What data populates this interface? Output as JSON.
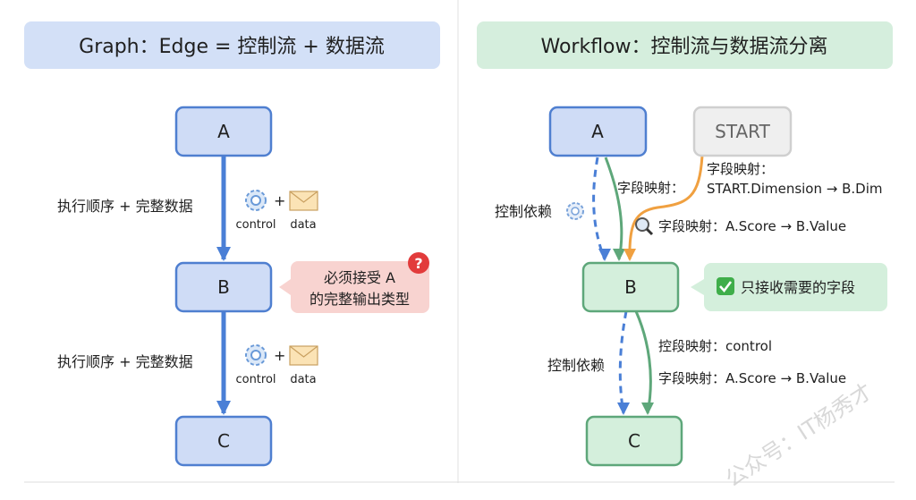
{
  "left": {
    "title": "Graph：Edge = 控制流 + 数据流",
    "nodes": {
      "a": "A",
      "b": "B",
      "c": "C"
    },
    "edge_label_1": "执行顺序 + 完整数据",
    "edge_label_2": "执行顺序 + 完整数据",
    "plus": "+",
    "control_label": "control",
    "data_label": "data",
    "callout_line1": "必须接受 A",
    "callout_line2": "的完整输出类型",
    "callout_icon": "question-mark-icon",
    "icons": [
      "gear-icon",
      "envelope-icon"
    ]
  },
  "right": {
    "title": "Workflow：控制流与数据流分离",
    "nodes": {
      "a": "A",
      "start": "START",
      "b": "B",
      "c": "C"
    },
    "ctrl_dep_1": "控制依赖",
    "ctrl_dep_2": "控制依赖",
    "map_a_b": "字段映射：",
    "map_start_title": "字段映射：",
    "map_start_value": "START.Dimension → B.Dim",
    "map_score": "字段映射：A.Score → B.Value",
    "callout": "只接收需要的字段",
    "map_control": "控段映射：control",
    "map_score_2": "字段映射：A.Score → B.Value",
    "icons": [
      "gear-icon",
      "magnifier-icon",
      "check-icon"
    ]
  },
  "watermark": "公众号：IT杨秀才",
  "colors": {
    "blue_fill": "#cfdcf6",
    "blue_stroke": "#4f7fd0",
    "arrow_blue": "#4a7fd6",
    "green_fill": "#d4efdc",
    "green_stroke": "#5ea77a",
    "orange": "#f0a040",
    "gray_fill": "#efefef",
    "pink": "#f8d3d0"
  }
}
